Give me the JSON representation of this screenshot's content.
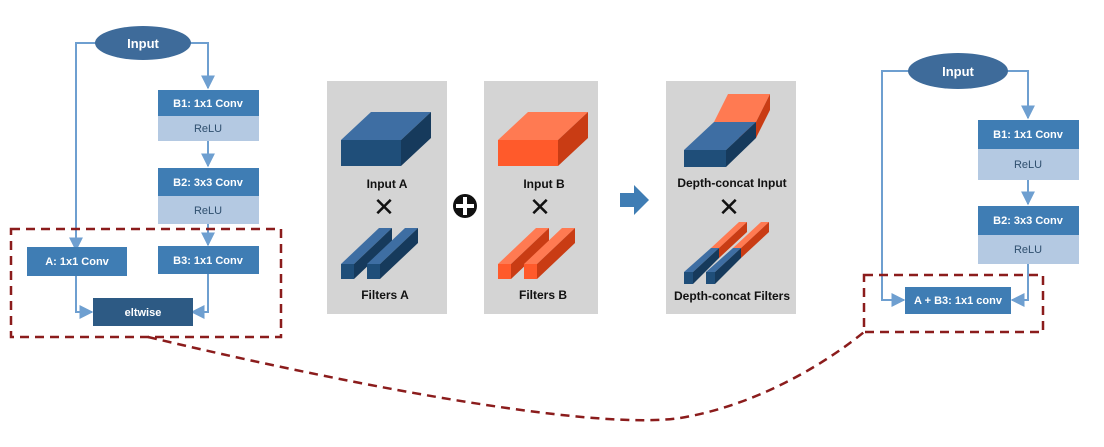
{
  "left_block": {
    "input": "Input",
    "b1": "B1: 1x1 Conv",
    "b1_relu": "ReLU",
    "b2": "B2: 3x3 Conv",
    "b2_relu": "ReLU",
    "a": "A: 1x1 Conv",
    "b3": "B3: 1x1 Conv",
    "eltwise": "eltwise"
  },
  "panels": {
    "input_a": "Input A",
    "filters_a": "Filters A",
    "input_b": "Input B",
    "filters_b": "Filters B",
    "concat_input": "Depth-concat Input",
    "concat_filters": "Depth-concat Filters"
  },
  "right_block": {
    "input": "Input",
    "b1": "B1: 1x1 Conv",
    "b1_relu": "ReLU",
    "b2": "B2: 3x3 Conv",
    "b2_relu": "ReLU",
    "merged": "A + B3: 1x1 conv"
  },
  "colors": {
    "block_dark": "#3f7db4",
    "block_light": "#b4c9e2",
    "eltwise": "#2d5a84",
    "ellipse": "#3e6b9a",
    "arrow": "#6e9fd0",
    "dash": "#8b1c1c",
    "panel_bg": "#d4d4d4",
    "cube_blue": "#1f4e79",
    "cube_orange": "#ff5a2b"
  }
}
